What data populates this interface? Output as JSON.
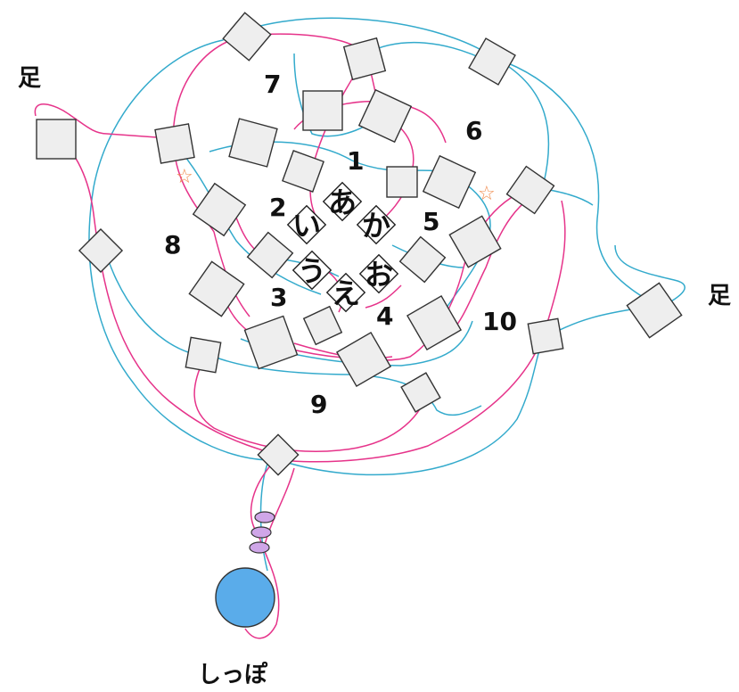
{
  "colors": {
    "pink_line": "#e6338a",
    "cyan_line": "#33aacc",
    "square_fill": "#eeeeee",
    "ball_fill": "#5aacea",
    "bead_fill": "#cfa6e8",
    "star": "#f08a4b"
  },
  "region_numbers": [
    "1",
    "2",
    "3",
    "4",
    "5",
    "6",
    "7",
    "8",
    "9",
    "10"
  ],
  "center_kana": [
    "あ",
    "い",
    "う",
    "え",
    "お",
    "か"
  ],
  "leg_left": "足",
  "leg_right": "足",
  "tail": "しっぽ",
  "stars": [
    "☆",
    "☆"
  ]
}
